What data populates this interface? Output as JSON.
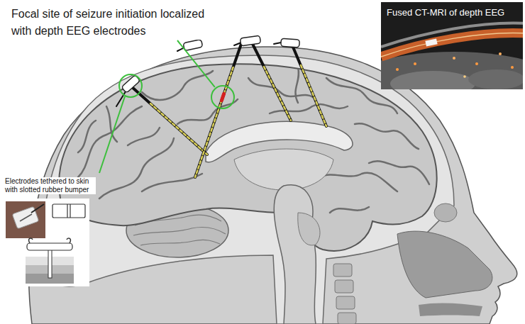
{
  "diagram": {
    "labels": [
      "Focal site of seizure initiation localized with depth EEG electrodes",
      "Fused CT-MRI of depth EEG",
      "Electrodes tethered to skin with slotted rubber bumper"
    ]
  }
}
